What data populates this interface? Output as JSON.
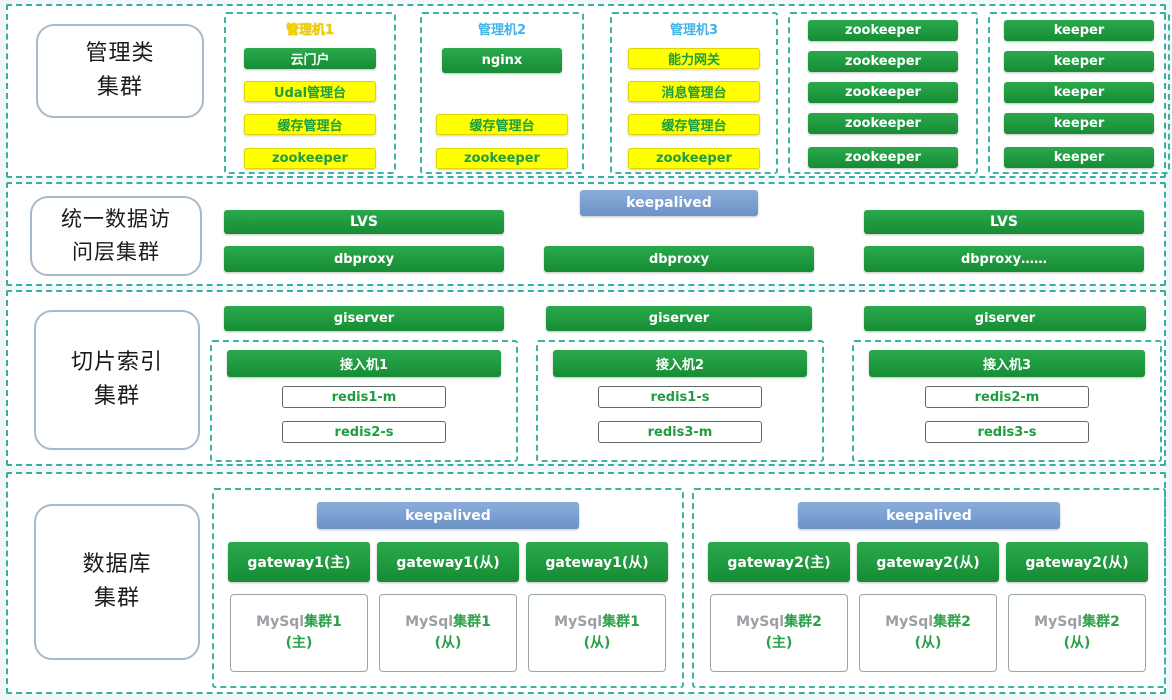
{
  "colors": {
    "green_box": "#1f9d3f",
    "yellow_box": "#ffff00",
    "blue_box": "#7096cb",
    "dashed_border": "#35afa0"
  },
  "management": {
    "label_lines": [
      "管理类",
      "集群"
    ],
    "machines": [
      {
        "title": "管理机1",
        "items": [
          "云门户",
          "Udal管理台",
          "缓存管理台",
          "zookeeper"
        ]
      },
      {
        "title": "管理机2",
        "items": [
          "nginx",
          "缓存管理台",
          "zookeeper"
        ]
      },
      {
        "title": "管理机3",
        "items": [
          "能力网关",
          "消息管理台",
          "缓存管理台",
          "zookeeper"
        ]
      }
    ],
    "zookeeper_column": [
      "zookeeper",
      "zookeeper",
      "zookeeper",
      "zookeeper",
      "zookeeper"
    ],
    "keeper_column": [
      "keeper",
      "keeper",
      "keeper",
      "keeper",
      "keeper"
    ]
  },
  "access_layer": {
    "label_lines": [
      "统一数据访",
      "问层集群"
    ],
    "keepalived": "keepalived",
    "lvs": [
      "LVS",
      "LVS"
    ],
    "dbproxy": [
      "dbproxy",
      "dbproxy",
      "dbproxy……"
    ]
  },
  "slice_index": {
    "label_lines": [
      "切片索引",
      "集群"
    ],
    "giservers": [
      "giserver",
      "giserver",
      "giserver"
    ],
    "groups": [
      {
        "access_machine": "接入机1",
        "redis": [
          "redis1-m",
          "redis2-s"
        ]
      },
      {
        "access_machine": "接入机2",
        "redis": [
          "redis1-s",
          "redis3-m"
        ]
      },
      {
        "access_machine": "接入机3",
        "redis": [
          "redis2-m",
          "redis3-s"
        ]
      }
    ]
  },
  "database": {
    "label_lines": [
      "数据库",
      "集群"
    ],
    "groups": [
      {
        "keepalived": "keepalived",
        "gateways": [
          "gateway1(主)",
          "gateway1(从)",
          "gateway1(从)"
        ],
        "mysql": [
          {
            "name": "MySql",
            "cluster": "集群1",
            "role": "(主)"
          },
          {
            "name": "MySql",
            "cluster": "集群1",
            "role": "(从)"
          },
          {
            "name": "MySql",
            "cluster": "集群1",
            "role": "(从)"
          }
        ]
      },
      {
        "keepalived": "keepalived",
        "gateways": [
          "gateway2(主)",
          "gateway2(从)",
          "gateway2(从)"
        ],
        "mysql": [
          {
            "name": "MySql",
            "cluster": "集群2",
            "role": "(主)"
          },
          {
            "name": "MySql",
            "cluster": "集群2",
            "role": "(从)"
          },
          {
            "name": "MySql",
            "cluster": "集群2",
            "role": "(从)"
          }
        ]
      }
    ]
  }
}
